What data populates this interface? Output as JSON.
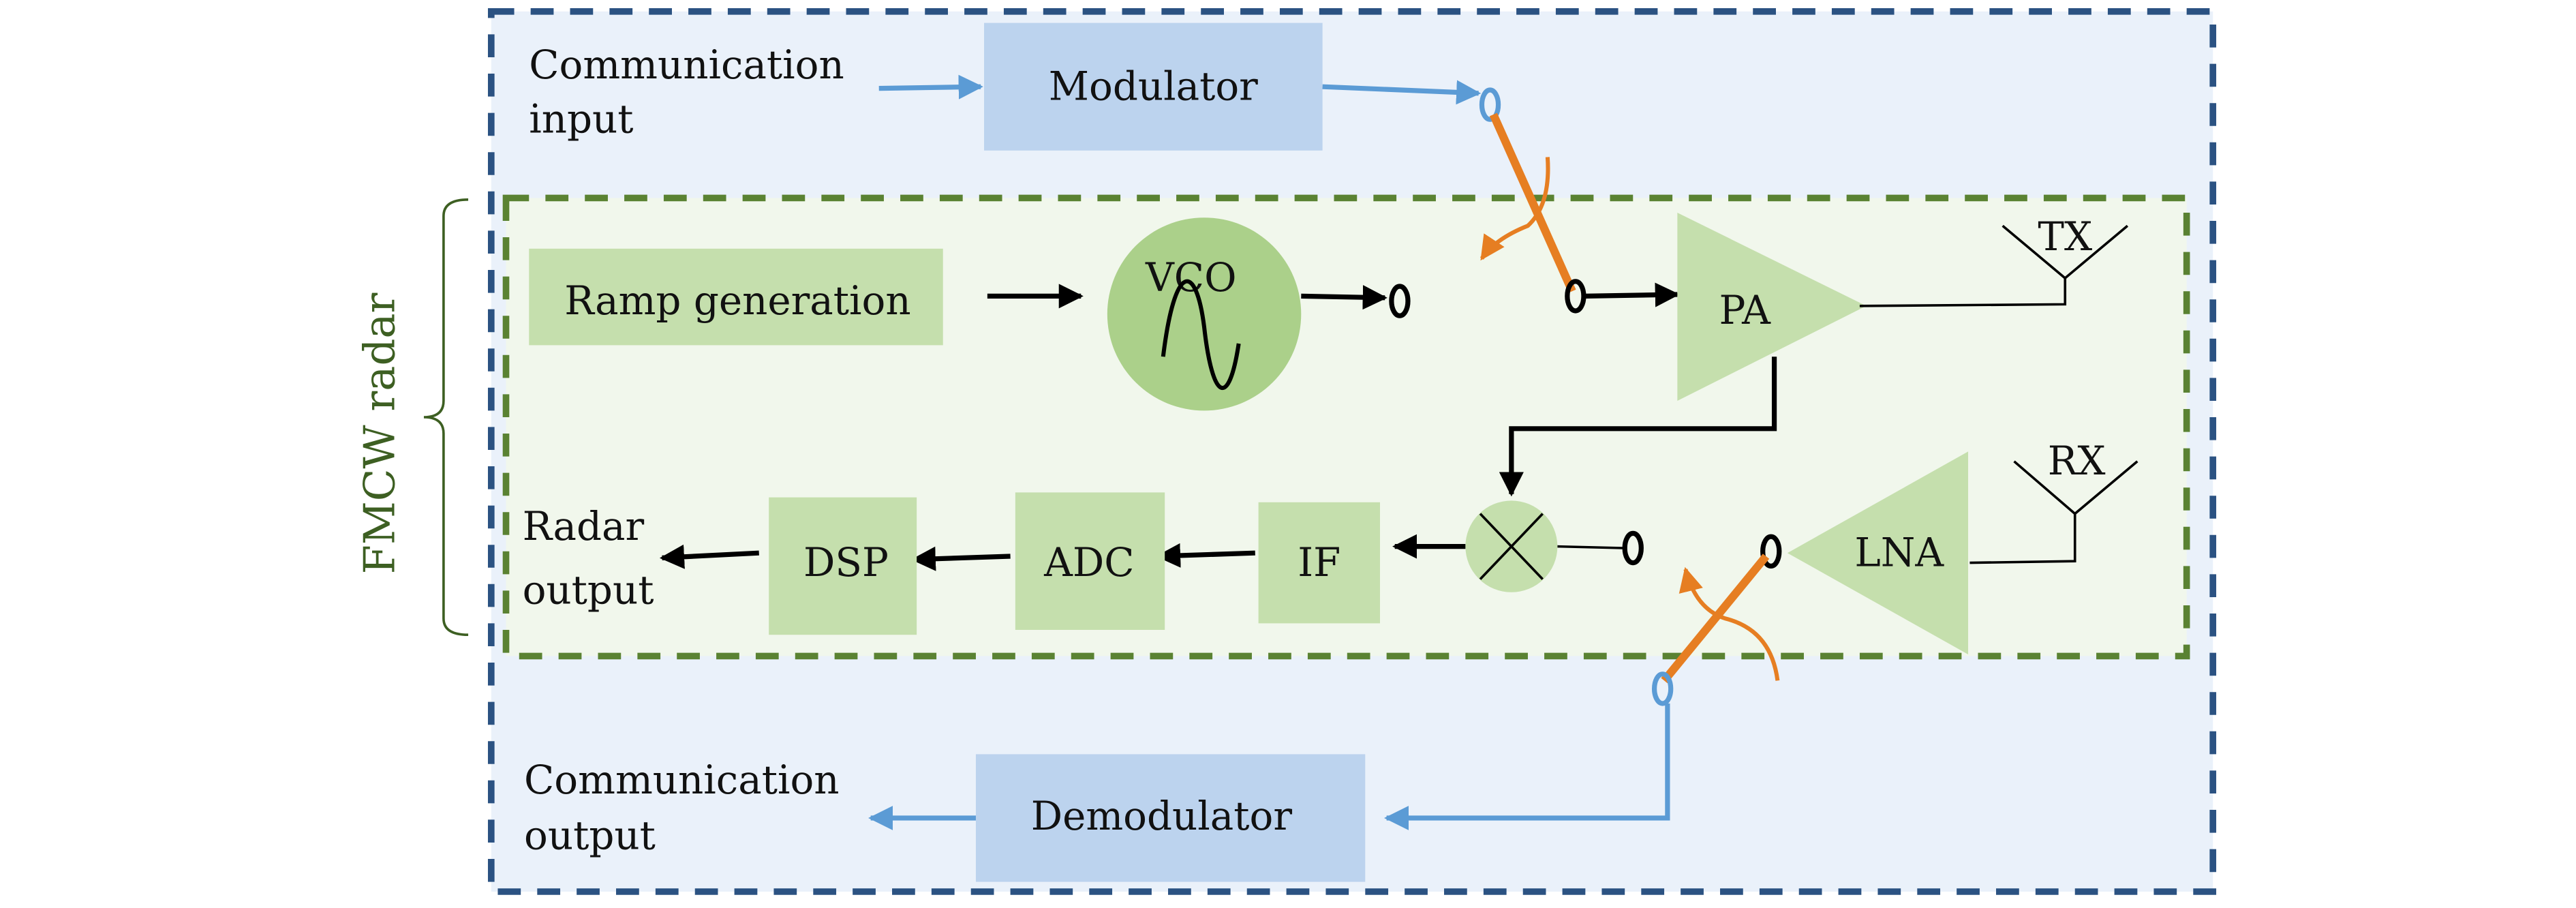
{
  "diagram": {
    "title": "Joint radar-communication system block diagram",
    "colors": {
      "comm_border": "#2b5282",
      "comm_fill": "#eaf1fa",
      "radar_border": "#5a8232",
      "radar_fill": "#f1f7ec",
      "radar_block": "#c5dfad",
      "comm_block": "#bcd3ee",
      "comm_arrow": "#5b9bd5",
      "switch": "#e67e22",
      "signal": "#000000"
    },
    "side_label": "FMCW radar",
    "comm": {
      "input_label_line1": "Communication",
      "input_label_line2": "input",
      "modulator": "Modulator",
      "demodulator": "Demodulator",
      "output_label_line1": "Communication",
      "output_label_line2": "output"
    },
    "radar": {
      "ramp": "Ramp generation",
      "vco": "VCO",
      "pa": "PA",
      "tx": "TX",
      "rx": "RX",
      "lna": "LNA",
      "if": "IF",
      "adc": "ADC",
      "dsp": "DSP",
      "output_line1": "Radar",
      "output_line2": "output"
    }
  }
}
